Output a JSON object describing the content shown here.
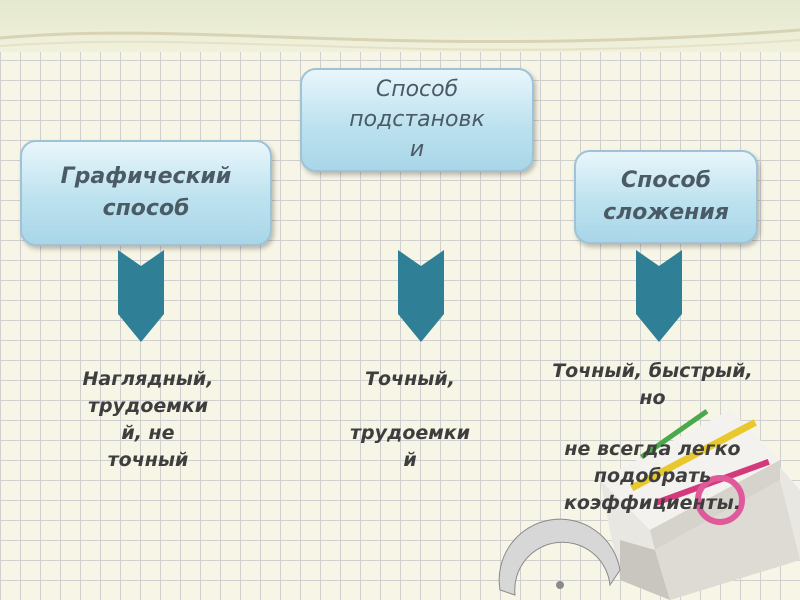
{
  "boxes": {
    "graphic": "Графический\nспособ",
    "substitution": "Способ\nподстановк\nи",
    "addition": "Способ\nсложения"
  },
  "notes": {
    "graphic": "Наглядный,\nтрудоемки\nй, не\nточный",
    "substitution": "Точный,\n\nтрудоемки\nй",
    "addition_line1": "Точный, быстрый,\nно",
    "addition_line2": "не всегда легко\nподобрать\nкоэффициенты."
  },
  "colors": {
    "arrow": "#2f7f96",
    "box_fill": "#bde2ef",
    "box_text": "#4a5b66",
    "grid": "#cfcfcf"
  },
  "icons": [
    "down-arrow-icon",
    "book-icon",
    "protractor-icon",
    "pencil-icon"
  ]
}
